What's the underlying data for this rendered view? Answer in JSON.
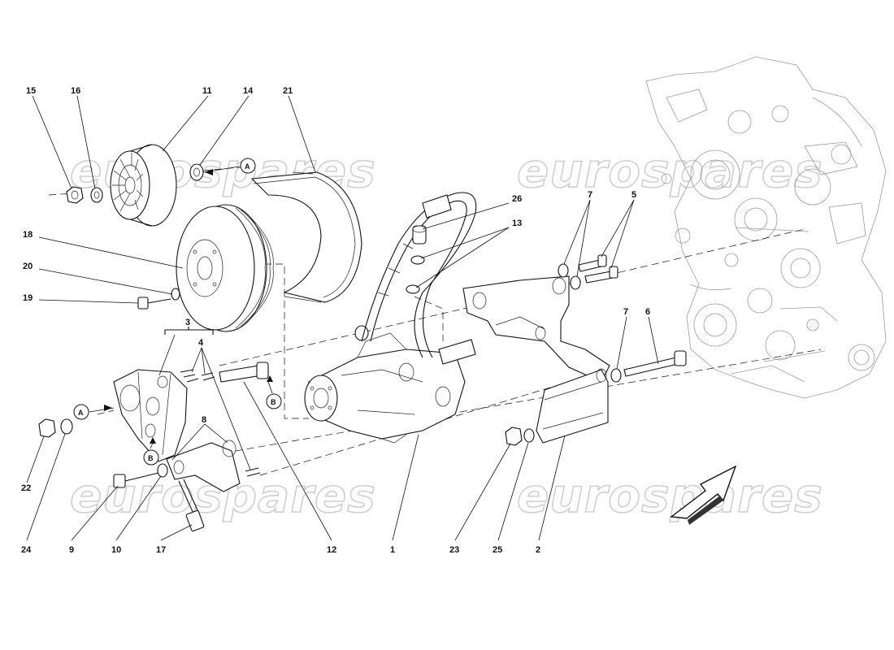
{
  "watermarks": [
    "eurospares",
    "eurospares",
    "eurospares",
    "eurospares"
  ],
  "ref_letters": [
    "A",
    "A",
    "B",
    "B"
  ],
  "part_labels": [
    "15",
    "16",
    "11",
    "14",
    "21",
    "26",
    "13",
    "7",
    "5",
    "18",
    "20",
    "19",
    "3",
    "4",
    "7",
    "6",
    "8",
    "22",
    "24",
    "9",
    "10",
    "17",
    "12",
    "1",
    "23",
    "25",
    "2"
  ],
  "icons": {
    "direction_arrow": "direction-arrow-icon",
    "engine_block": "engine-block-drawing"
  }
}
